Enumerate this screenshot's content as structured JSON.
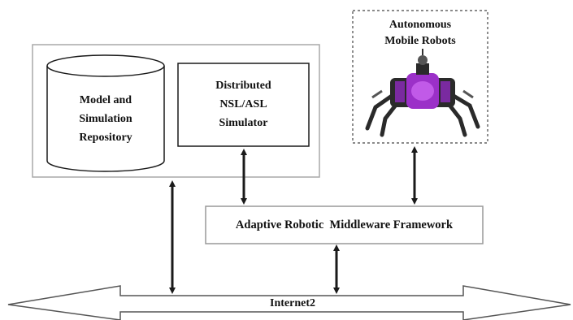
{
  "repository": {
    "lines": [
      "Model and",
      "Simulation",
      "Repository"
    ]
  },
  "simulator": {
    "lines": [
      "Distributed",
      "NSL/ASL",
      "Simulator"
    ]
  },
  "robots": {
    "lines": [
      "Autonomous",
      "Mobile Robots"
    ],
    "image_icon": "robot-icon"
  },
  "middleware": {
    "label": "Adaptive Robotic  Middleware Framework"
  },
  "network": {
    "label": "Internet2"
  },
  "colors": {
    "line": "#1a1a1a",
    "box_border": "#999999",
    "robot_body": "#9b30c8",
    "robot_dark": "#2a2a2a"
  }
}
